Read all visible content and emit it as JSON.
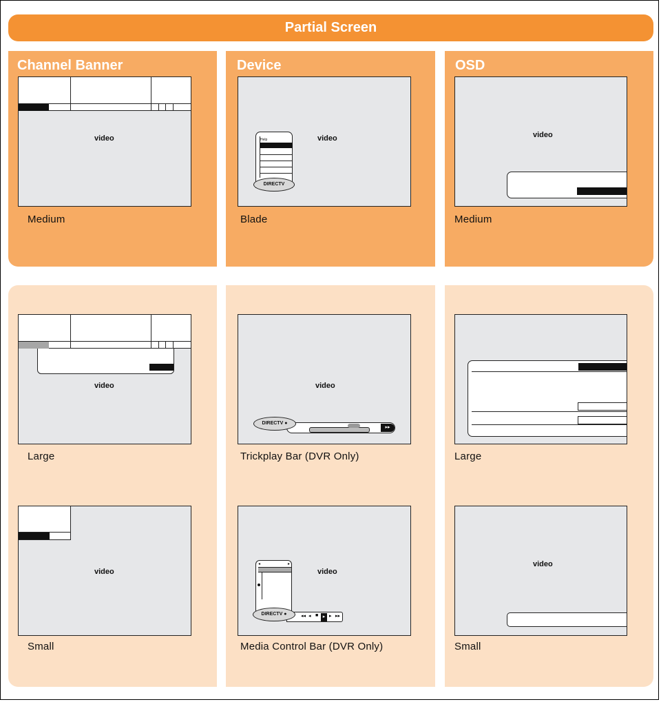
{
  "header": {
    "title": "Partial Screen"
  },
  "columns": [
    {
      "title": "Channel Banner"
    },
    {
      "title": "Device"
    },
    {
      "title": "OSD"
    }
  ],
  "screen_text": "video",
  "directv_logo": "DIRECTV",
  "blade_help": "Help",
  "captions": {
    "cb_medium": "Medium",
    "cb_large": "Large",
    "cb_small": "Small",
    "dev_blade": "Blade",
    "dev_trickplay": "Trickplay Bar (DVR Only)",
    "dev_media": "Media Control Bar (DVR Only)",
    "osd_medium": "Medium",
    "osd_large": "Large",
    "osd_small": "Small"
  },
  "colors": {
    "header": "#f49233",
    "top_panel": "#f7ab63",
    "bottom_panel": "#fce0c5",
    "screen": "#e6e7e9"
  }
}
